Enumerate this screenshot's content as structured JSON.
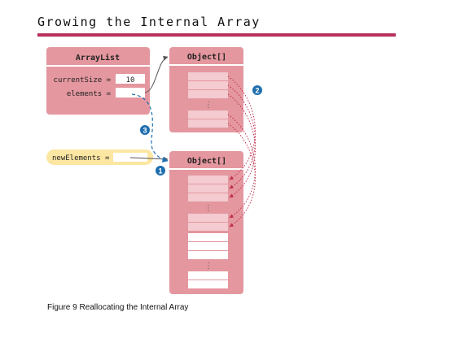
{
  "title": "Growing the Internal Array",
  "caption": "Figure 9 Reallocating the Internal Array",
  "arraylist": {
    "header": "ArrayList",
    "current_size_label": "currentSize =",
    "current_size_value": "10",
    "elements_label": "elements ="
  },
  "old_array": {
    "header": "Object[]",
    "ellipsis": "⋮"
  },
  "new_array": {
    "header": "Object[]",
    "ellipsis_top": "⋮",
    "ellipsis_bottom": "⋮"
  },
  "new_elements": {
    "label": "newElements ="
  },
  "callouts": {
    "step1": "1",
    "step2": "2",
    "step3": "3"
  },
  "colors": {
    "box_fill": "#e4979f",
    "cell_light": "#f3cbd0",
    "arrow_red": "#c0304e",
    "callout_blue": "#1f6fb0",
    "highlight_yellow": "#fbe6a2",
    "title_rule": "#b8305a"
  }
}
